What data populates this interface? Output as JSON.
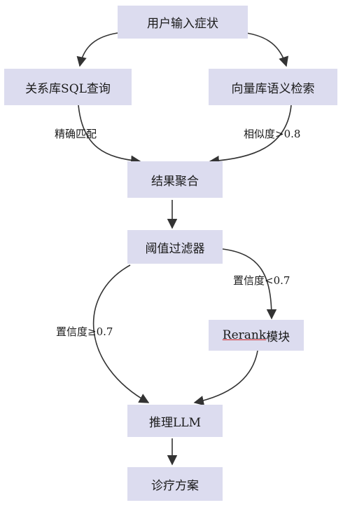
{
  "nodes": {
    "symptom_input": "用户输入症状",
    "relational_sql": "关系库SQL查询",
    "vector_search": "向量库语义检索",
    "result_merge": "结果聚合",
    "threshold_filter": "阈值过滤器",
    "rerank_word": "Rerank",
    "rerank_suffix": "模块",
    "inference": "推理LLM",
    "diagnosis": "诊疗方案"
  },
  "edge_labels": {
    "exact_match": "精确匹配",
    "similarity": "相似度>0.8",
    "confidence_low": "置信度<0.7",
    "confidence_high": "置信度≥0.7"
  },
  "colors": {
    "node_fill": "#dcdcef",
    "edge": "#333333"
  }
}
